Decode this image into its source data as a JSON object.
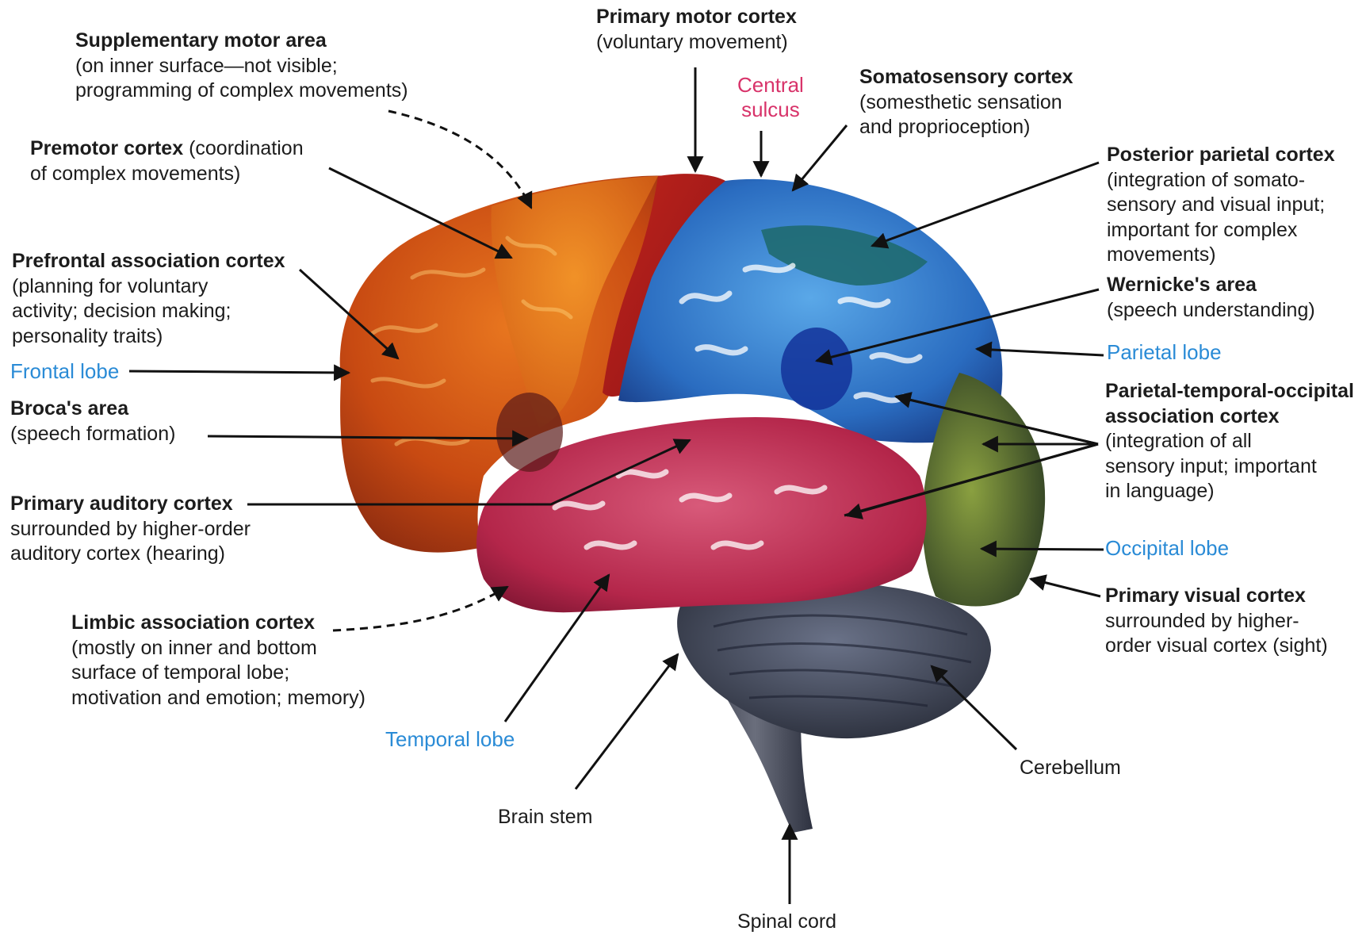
{
  "labels": {
    "supplementary_motor": {
      "title": "Supplementary motor area",
      "desc": [
        "(on inner surface—not visible;",
        "programming of complex movements)"
      ]
    },
    "primary_motor": {
      "title": "Primary motor cortex",
      "desc": [
        "(voluntary movement)"
      ]
    },
    "central_sulcus": {
      "lines": [
        "Central",
        "sulcus"
      ]
    },
    "somatosensory": {
      "title": "Somatosensory cortex",
      "desc": [
        "(somesthetic sensation",
        "and proprioception)"
      ]
    },
    "premotor": {
      "title": "Premotor cortex",
      "inline": " (coordination",
      "desc": [
        "of complex movements)"
      ]
    },
    "posterior_parietal": {
      "title": "Posterior parietal cortex",
      "desc": [
        "(integration of somato-",
        "sensory and visual input;",
        "important for complex",
        "movements)"
      ]
    },
    "prefrontal": {
      "title": "Prefrontal association cortex",
      "desc": [
        "(planning for voluntary",
        "activity; decision making;",
        "personality traits)"
      ]
    },
    "wernicke": {
      "title": "Wernicke's area",
      "desc": [
        "(speech understanding)"
      ]
    },
    "frontal_lobe": "Frontal lobe",
    "parietal_lobe": "Parietal lobe",
    "broca": {
      "title": "Broca's area",
      "desc": [
        "(speech formation)"
      ]
    },
    "pto_association": {
      "title_lines": [
        "Parietal-temporal-occipital",
        "association cortex"
      ],
      "desc": [
        "(integration of all",
        "sensory input; important",
        "in language)"
      ]
    },
    "primary_auditory": {
      "title": "Primary auditory cortex",
      "desc": [
        "surrounded by higher-order",
        "auditory cortex (hearing)"
      ]
    },
    "occipital_lobe": "Occipital lobe",
    "primary_visual": {
      "title": "Primary visual cortex",
      "desc": [
        "surrounded by higher-",
        "order visual cortex (sight)"
      ]
    },
    "limbic": {
      "title": "Limbic association cortex",
      "desc": [
        "(mostly on inner and bottom",
        "surface of temporal lobe;",
        "motivation and emotion; memory)"
      ]
    },
    "temporal_lobe": "Temporal lobe",
    "cerebellum": "Cerebellum",
    "brain_stem": "Brain stem",
    "spinal_cord": "Spinal cord"
  },
  "colors": {
    "frontal": "#c2410f",
    "motor": "#b01a1e",
    "premotor": "#e07a1e",
    "somatosensory": "#1a55a8",
    "parietal": "#2a7bc8",
    "posterior_parietal": "#17606a",
    "temporal": "#b8244a",
    "occipital": "#5a7a2a",
    "cerebellum": "#3c4458",
    "brainstem": "#4a4e5e",
    "lobe_label": "#2a8bd6",
    "sulcus_label": "#d8336a"
  }
}
